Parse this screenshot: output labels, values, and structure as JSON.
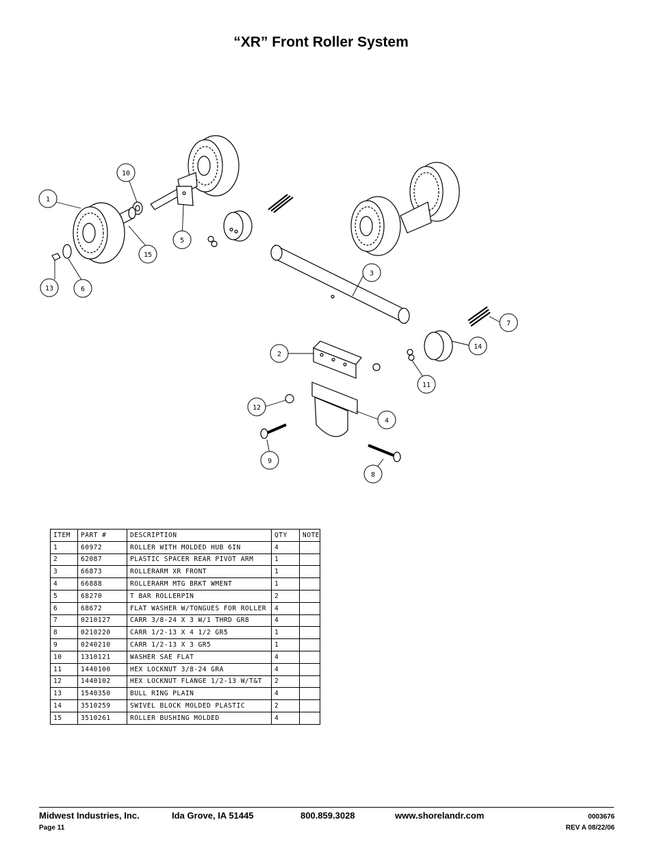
{
  "title": "“XR” Front Roller  System",
  "diagram": {
    "callouts": [
      "1",
      "2",
      "3",
      "4",
      "5",
      "6",
      "7",
      "8",
      "9",
      "10",
      "11",
      "12",
      "13",
      "14",
      "15"
    ]
  },
  "table": {
    "headers": [
      "ITEM",
      "PART #",
      "DESCRIPTION",
      "QTY",
      "NOTE"
    ],
    "rows": [
      [
        "1",
        "60972",
        "ROLLER WITH MOLDED HUB  6IN",
        "4",
        ""
      ],
      [
        "2",
        "62087",
        "PLASTIC SPACER REAR PIVOT ARM",
        "1",
        ""
      ],
      [
        "3",
        "66873",
        "ROLLERARM XR FRONT",
        "1",
        ""
      ],
      [
        "4",
        "66888",
        "ROLLERARM MTG BRKT WMENT",
        "1",
        ""
      ],
      [
        "5",
        "68270",
        "T BAR ROLLERPIN",
        "2",
        ""
      ],
      [
        "6",
        "68672",
        "FLAT WASHER W/TONGUES FOR ROLLER",
        "4",
        ""
      ],
      [
        "7",
        "0210127",
        "CARR 3/8-24 X 3 W/1 THRD GR8",
        "4",
        ""
      ],
      [
        "8",
        "0210220",
        "CARR 1/2-13 X 4 1/2 GR5",
        "1",
        ""
      ],
      [
        "9",
        "0240210",
        "CARR 1/2-13 X 3 GR5",
        "1",
        ""
      ],
      [
        "10",
        "1310121",
        "WASHER SAE FLAT",
        "4",
        ""
      ],
      [
        "11",
        "1440100",
        "HEX LOCKNUT 3/8-24 GRA",
        "4",
        ""
      ],
      [
        "12",
        "1440102",
        "HEX LOCKNUT FLANGE 1/2-13 W/T&T",
        "2",
        ""
      ],
      [
        "13",
        "1540350",
        "BULL RING PLAIN",
        "4",
        ""
      ],
      [
        "14",
        "3510259",
        "SWIVEL BLOCK MOLDED PLASTIC",
        "2",
        ""
      ],
      [
        "15",
        "3510261",
        "ROLLER BUSHING MOLDED",
        "4",
        ""
      ]
    ]
  },
  "footer": {
    "company": "Midwest Industries, Inc.",
    "city": "Ida Grove, IA  51445",
    "phone": "800.859.3028",
    "website": "www.shorelandr.com",
    "doc_number": "0003676",
    "page": "Page 11",
    "revision": "REV A  08/22/06"
  }
}
